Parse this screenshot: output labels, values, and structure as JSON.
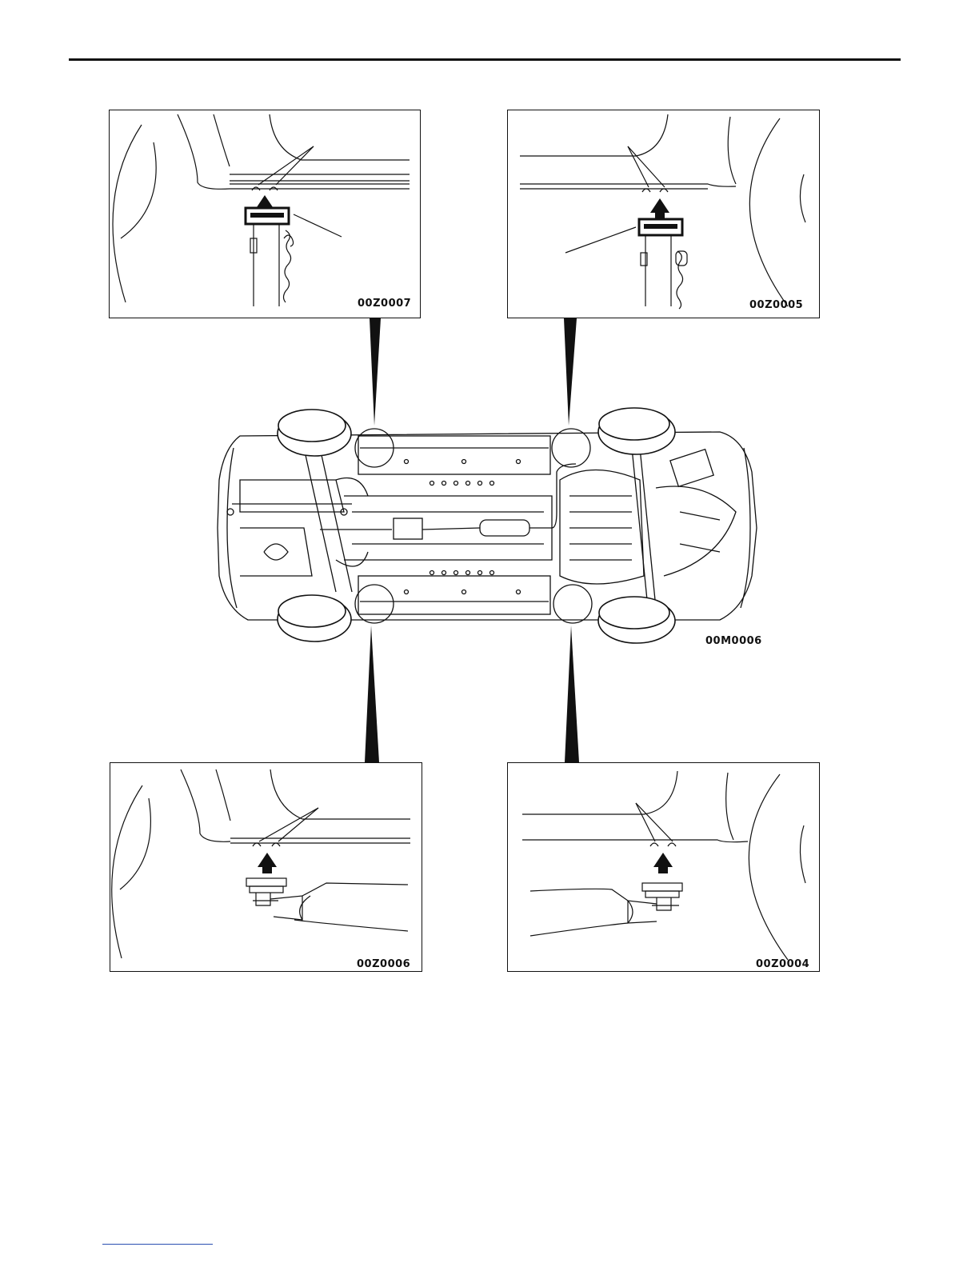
{
  "figure": {
    "main_code": "00M0006",
    "panels": [
      {
        "id": "front-left-jack-stand",
        "code": "00Z0007"
      },
      {
        "id": "rear-left-jack-stand",
        "code": "00Z0005"
      },
      {
        "id": "front-right-floor-jack",
        "code": "00Z0006"
      },
      {
        "id": "rear-right-floor-jack",
        "code": "00Z0004"
      }
    ]
  },
  "colors": {
    "line": "#111111",
    "footer_link": "#2a4fb0"
  }
}
